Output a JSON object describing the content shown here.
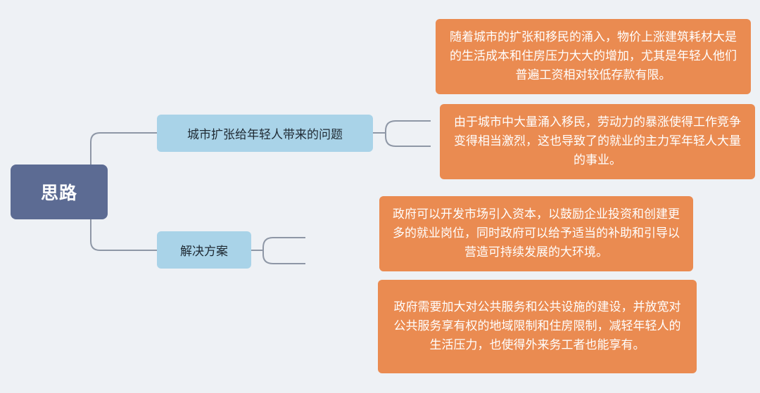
{
  "root": {
    "label": "思路"
  },
  "branches": [
    {
      "label": "城市扩张给年轻人带来的问题",
      "leaves": [
        "随着城市的扩张和移民的涌入，物价上涨建筑耗材大是的生活成本和住房压力大大的增加，尤其是年轻人他们普遍工资相对较低存款有限。",
        "由于城市中大量涌入移民，劳动力的暴涨使得工作竞争变得相当激烈，这也导致了的就业的主力军年轻人大量的事业。"
      ]
    },
    {
      "label": "解决方案",
      "leaves": [
        "政府可以开发市场引入资本，以鼓励企业投资和创建更多的就业岗位，同时政府可以给予适当的补助和引导以营造可持续发展的大环境。",
        "政府需要加大对公共服务和公共设施的建设，并放宽对公共服务享有权的地域限制和住房限制，减轻年轻人的生活压力，也使得外来务工者也能享有。"
      ]
    }
  ],
  "colors": {
    "background": "#eef1f5",
    "root": "#5c6b93",
    "branch": "#a9d3e8",
    "leaf": "#ea8b51",
    "connector": "#8e97a6"
  }
}
